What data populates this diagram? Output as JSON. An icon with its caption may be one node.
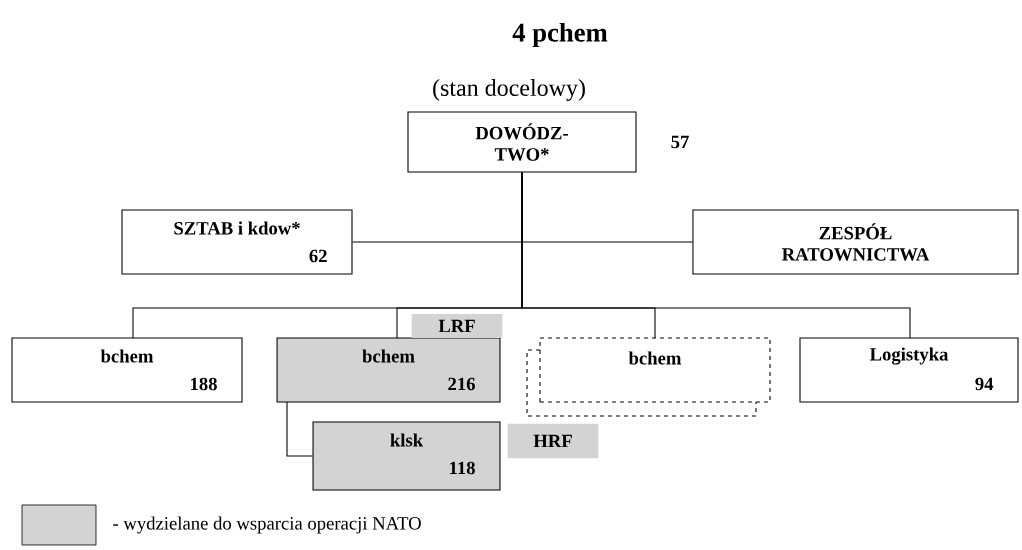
{
  "diagram": {
    "title": "4 pchem",
    "nodes": [
      {
        "text": [
          "DOWÓDZ- TWO*"
        ],
        "beside": [
          "57"
        ]
      },
      {
        "text": [
          "SZTAB i kdow*",
          "62"
        ]
      },
      {
        "text": [
          "ZESPÓŁ RATOWNICTWA"
        ]
      },
      {
        "text": [
          "bchem",
          "188"
        ]
      },
      {
        "text": [
          "bchem",
          "216"
        ],
        "beside": [
          "LRF"
        ]
      },
      {
        "text": [
          "bchem"
        ]
      },
      {
        "text": [
          "Logistyka",
          "94"
        ]
      },
      {
        "text": [
          "klsk",
          "118"
        ]
      }
    ],
    "edges": [
      {
        "from": 0,
        "to": 1,
        "arrow": "none"
      },
      {
        "from": 0,
        "to": 2,
        "arrow": "none"
      },
      {
        "from": 0,
        "to": 3,
        "arrow": "none"
      },
      {
        "from": 0,
        "to": 4,
        "arrow": "none"
      },
      {
        "from": 0,
        "to": 5,
        "arrow": "none"
      },
      {
        "from": 0,
        "to": 6,
        "arrow": "none"
      },
      {
        "from": 4,
        "to": 7,
        "arrow": "none"
      }
    ],
    "labels": [
      "(stan docelowy)",
      "HRF"
    ],
    "legend": [
      {
        "text": "- wydzielane do wsparcia operacji NATO",
        "color": "#d3d3d3"
      }
    ]
  }
}
